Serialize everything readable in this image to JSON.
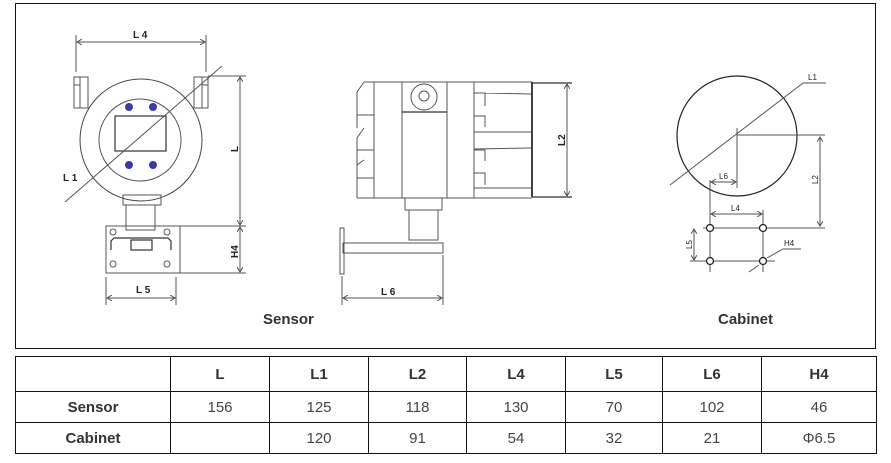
{
  "drawing": {
    "sensor_caption": "Sensor",
    "cabinet_caption": "Cabinet",
    "front_labels": {
      "L4": "L 4",
      "L1": "L 1",
      "L": "L",
      "H4": "H4",
      "L5": "L 5"
    },
    "side_labels": {
      "L2": "L2",
      "L6": "L 6"
    },
    "cabinet_labels": {
      "L1": "L1",
      "L2": "L2",
      "L6": "L6",
      "L4": "L4",
      "L5": "L5",
      "H4": "H4"
    },
    "screw_color": "#3a3aa8"
  },
  "table": {
    "headers": [
      "",
      "L",
      "L1",
      "L2",
      "L4",
      "L5",
      "L6",
      "H4"
    ],
    "rows": [
      {
        "label": "Sensor",
        "values": [
          "156",
          "125",
          "118",
          "130",
          "70",
          "102",
          "46"
        ]
      },
      {
        "label": "Cabinet",
        "values": [
          "",
          "120",
          "91",
          "54",
          "32",
          "21",
          "Φ6.5"
        ]
      }
    ]
  }
}
